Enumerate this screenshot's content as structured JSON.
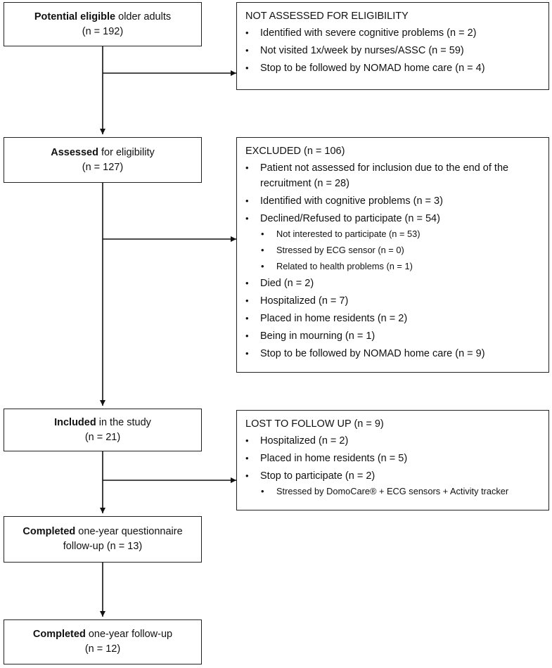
{
  "flow": {
    "potential": {
      "bold": "Potential eligible",
      "rest": " older adults",
      "n": "(n = 192)"
    },
    "assessed": {
      "bold": "Assessed",
      "rest": " for eligibility",
      "n": "(n = 127)"
    },
    "included": {
      "bold": "Included",
      "rest": " in the study",
      "n": "(n = 21)"
    },
    "completed_questionnaire": {
      "bold": "Completed",
      "rest": " one-year questionnaire",
      "line2": "follow-up (n = 13)"
    },
    "completed": {
      "bold": "Completed",
      "rest": " one-year follow-up",
      "n": "(n = 12)"
    }
  },
  "not_assessed": {
    "header": "NOT ASSESSED FOR ELIGIBILITY",
    "items": [
      "Identified with severe cognitive problems (n = 2)",
      "Not visited 1x/week by nurses/ASSC (n = 59)",
      "Stop to be followed by NOMAD home care (n = 4)"
    ]
  },
  "excluded": {
    "header": "EXCLUDED (n = 106)",
    "items": [
      "Patient not assessed for inclusion due to the end of the recruitment (n = 28)",
      "Identified with cognitive problems (n = 3)",
      "Declined/Refused to participate (n = 54)",
      "Died (n = 2)",
      "Hospitalized (n = 7)",
      "Placed in home residents (n = 2)",
      "Being in mourning (n = 1)",
      "Stop to be followed by NOMAD home care (n = 9)"
    ],
    "declined_sub": [
      "Not interested to participate (n = 53)",
      "Stressed by ECG sensor (n = 0)",
      "Related to health problems (n = 1)"
    ]
  },
  "lost": {
    "header": "LOST TO FOLLOW UP (n = 9)",
    "items": [
      "Hospitalized (n = 2)",
      "Placed in home residents (n = 5)",
      "Stop to participate (n = 2)"
    ],
    "stop_sub": [
      "Stressed by DomoCare® + ECG sensors + Activity tracker"
    ]
  }
}
